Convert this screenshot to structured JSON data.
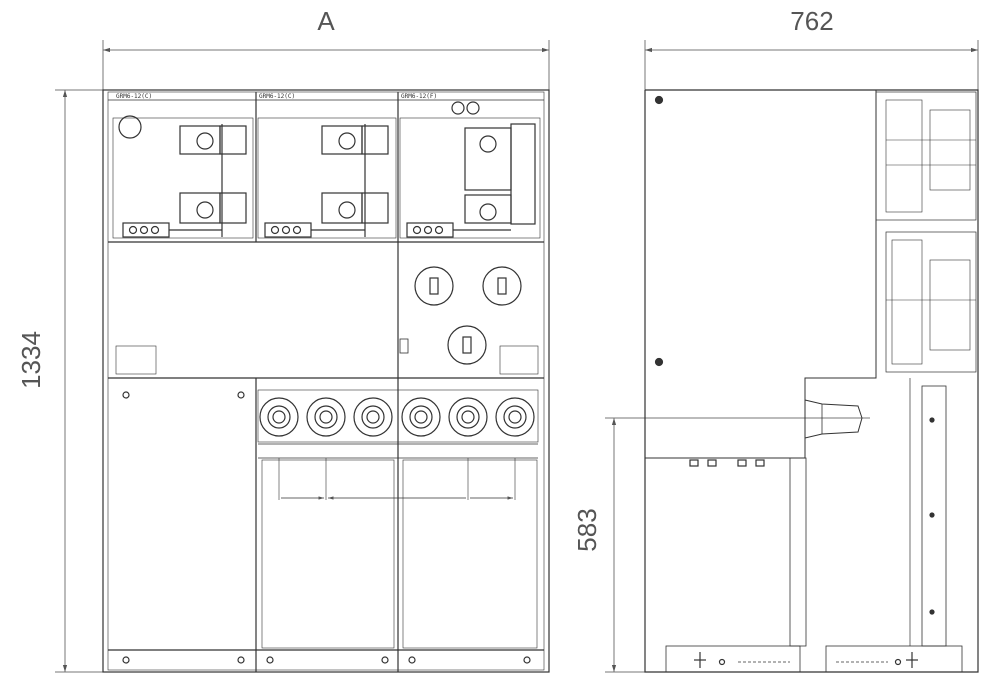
{
  "dimensions": {
    "front_width": "A",
    "side_depth": "762",
    "total_height": "1334",
    "bushing_height": "583"
  },
  "front_view": {
    "units": [
      {
        "label": "GRM6-12(C)"
      },
      {
        "label": "GRM6-12(C)"
      },
      {
        "label": "GRM6-12(F)"
      }
    ]
  },
  "colors": {
    "line": "#333333",
    "dimension": "#666666",
    "text": "#555555"
  }
}
